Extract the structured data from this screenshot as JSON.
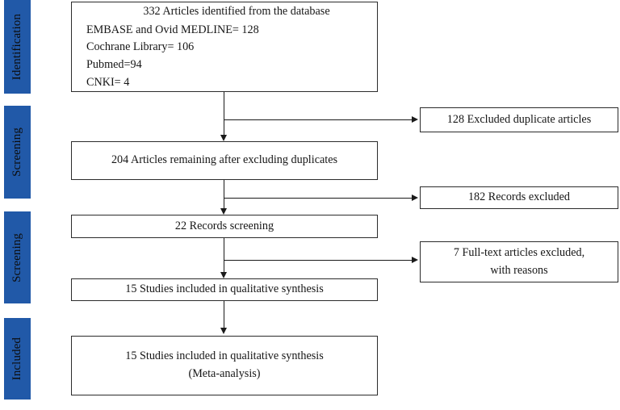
{
  "diagram": {
    "type": "prisma-flow-diagram",
    "accent_color": "#2159A8",
    "border_color": "#2b2b2b",
    "text_color": "#161616"
  },
  "stages": [
    {
      "label": "Identification"
    },
    {
      "label": "Screening"
    },
    {
      "label": "Screening"
    },
    {
      "label": "Included"
    }
  ],
  "main_boxes": {
    "identification": {
      "headline": "332 Articles identified from the database",
      "sources": [
        "EMBASE and Ovid MEDLINE= 128",
        "Cochrane Library= 106",
        "Pubmed=94",
        "CNKI= 4"
      ]
    },
    "after_duplicates": {
      "text": "204 Articles remaining after excluding duplicates"
    },
    "records_screening": {
      "text": "22 Records screening"
    },
    "qualitative_synthesis": {
      "text": "15 Studies included in qualitative synthesis"
    },
    "meta_analysis": {
      "line1": "15 Studies included in qualitative synthesis",
      "line2": "(Meta-analysis)"
    }
  },
  "side_boxes": {
    "duplicates_excluded": {
      "text": "128 Excluded duplicate articles"
    },
    "records_excluded": {
      "text": "182 Records excluded"
    },
    "fulltext_excluded": {
      "line1": "7 Full-text articles excluded,",
      "line2": "with reasons"
    }
  }
}
